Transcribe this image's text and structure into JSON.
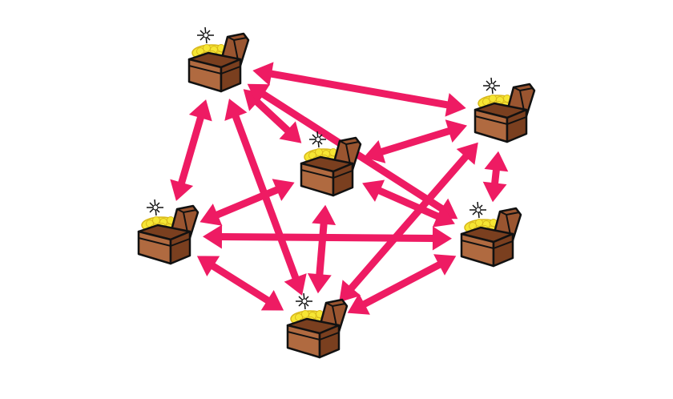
{
  "diagram": {
    "node_icon": "treasure-chest-icon",
    "nodes": [
      {
        "id": "chest-top-left"
      },
      {
        "id": "chest-top-right"
      },
      {
        "id": "chest-center"
      },
      {
        "id": "chest-left"
      },
      {
        "id": "chest-right"
      },
      {
        "id": "chest-bottom"
      }
    ],
    "edges": [
      {
        "from": "chest-top-left",
        "to": "chest-top-right"
      },
      {
        "from": "chest-top-left",
        "to": "chest-center"
      },
      {
        "from": "chest-top-left",
        "to": "chest-right"
      },
      {
        "from": "chest-top-left",
        "to": "chest-left"
      },
      {
        "from": "chest-top-left",
        "to": "chest-bottom"
      },
      {
        "from": "chest-top-right",
        "to": "chest-center"
      },
      {
        "from": "chest-top-right",
        "to": "chest-right"
      },
      {
        "from": "chest-top-right",
        "to": "chest-bottom"
      },
      {
        "from": "chest-center",
        "to": "chest-left"
      },
      {
        "from": "chest-center",
        "to": "chest-right"
      },
      {
        "from": "chest-center",
        "to": "chest-bottom"
      },
      {
        "from": "chest-left",
        "to": "chest-right"
      },
      {
        "from": "chest-left",
        "to": "chest-bottom"
      },
      {
        "from": "chest-right",
        "to": "chest-bottom"
      }
    ],
    "arrow_style": "bidirectional",
    "colors": {
      "arrow": "#ee1b63",
      "chest_body": "#b06a40",
      "chest_dark": "#7a3f1f",
      "chest_lid": "#9a5530",
      "gold": "#f6e634",
      "gold_dark": "#d8b81c",
      "outline": "#111111",
      "background": "#ffffff"
    }
  }
}
